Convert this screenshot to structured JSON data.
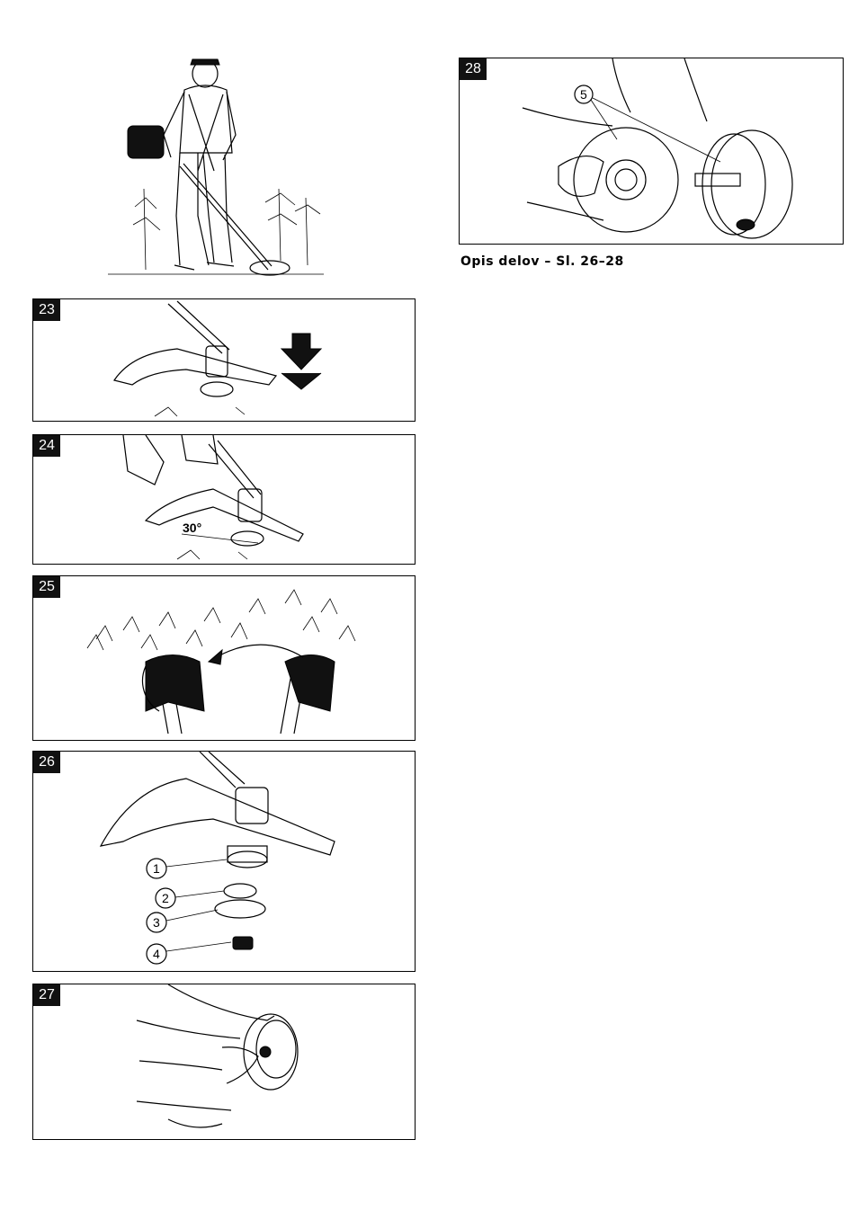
{
  "caption": "Opis delov – Sl. 26–28",
  "figures": {
    "fig23": {
      "number": "23"
    },
    "fig24": {
      "number": "24",
      "angle_label": "30°"
    },
    "fig25": {
      "number": "25"
    },
    "fig26": {
      "number": "26",
      "callouts": [
        "1",
        "2",
        "3",
        "4"
      ]
    },
    "fig27": {
      "number": "27"
    },
    "fig28": {
      "number": "28",
      "callouts": [
        "5"
      ]
    }
  }
}
